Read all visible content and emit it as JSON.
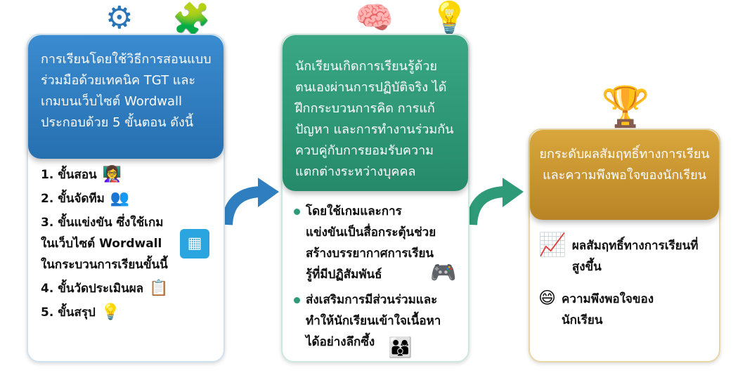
{
  "panel1": {
    "header": "การเรียนโดยใช้วิธีการสอนแบบร่วมมือด้วยเทคนิค TGT และเกมบนเว็บไซต์ Wordwall ประกอบด้วย 5 ขั้นตอน ดังนี้",
    "steps": [
      {
        "label": "1. ขั้นสอน",
        "icon": "teacher-icon"
      },
      {
        "label": "2. ขั้นจัดทีม",
        "icon": "team-icon"
      },
      {
        "label": "3. ขั้นแข่งขัน ซึ่งใช้เกมในเว็บไซต์ Wordwall ในกระบวนการเรียนขั้นนี้",
        "icon": "wordwall-icon"
      },
      {
        "label": "4. ขั้นวัดประเมินผล",
        "icon": "clipboard-check-icon"
      },
      {
        "label": "5. ขั้นสรุป",
        "icon": "lightbulb-icon"
      }
    ],
    "color": "#2f7fc0"
  },
  "panel2": {
    "header": "นักเรียนเกิดการเรียนรู้ด้วยตนเองผ่านการปฏิบัติจริง ได้ฝึกกระบวนการคิด การแก้ปัญหา และการทำงานร่วมกันควบคู่กับการยอมรับความแตกต่างระหว่างบุคคล",
    "bullets": [
      "โดยใช้เกมและการแข่งขันเป็นสื่อกระตุ้นช่วยสร้างบรรยากาศการเรียนรู้ที่มีปฏิสัมพันธ์",
      "ส่งเสริมการมีส่วนร่วมและทำให้นักเรียนเข้าใจเนื้อหาได้อย่างลึกซึ้ง"
    ],
    "color": "#2e9a78"
  },
  "panel3": {
    "header": "ยกระดับผลสัมฤทธิ์ทางการเรียนและความพึงพอใจของนักเรียน",
    "results": [
      "ผลสัมฤทธิ์ทางการเรียนที่สูงขึ้น",
      "ความพึงพอใจของนักเรียน"
    ],
    "color": "#c8962e"
  }
}
